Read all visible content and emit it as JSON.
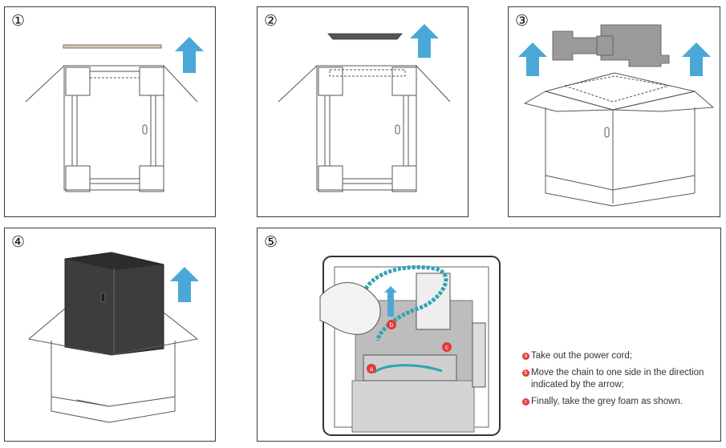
{
  "panels": [
    {
      "number": "①"
    },
    {
      "number": "②"
    },
    {
      "number": "③"
    },
    {
      "number": "④"
    },
    {
      "number": "⑤"
    }
  ],
  "callout_letters": {
    "a": "a",
    "b": "b",
    "c": "c"
  },
  "instructions": [
    {
      "marker": "a",
      "text": "Take out the power cord;"
    },
    {
      "marker": "b",
      "text": "Move the chain to one side in the direction indicated by the arrow;"
    },
    {
      "marker": "c",
      "text": "Finally, take the grey foam as shown."
    }
  ],
  "colors": {
    "arrow": "#4aa8d8",
    "marker": "#e23a35",
    "dark_body": "#3d3d3d",
    "foam": "#bdbdbd",
    "chain": "#2fa3b3"
  }
}
